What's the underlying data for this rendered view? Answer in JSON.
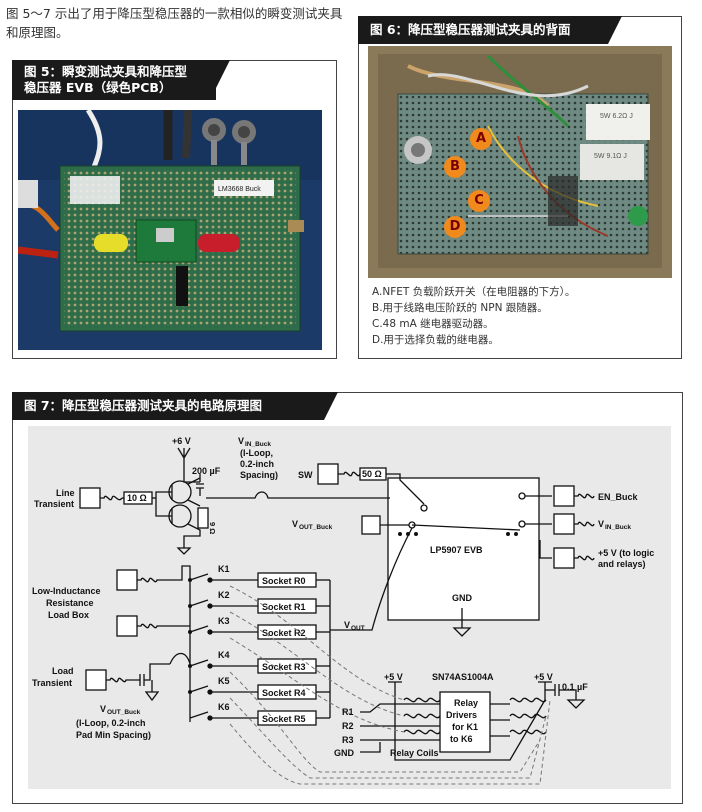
{
  "intro": "图 5～7 示出了用于降压型稳压器的一款相似的瞬变测试夹具和原理图。",
  "fig5": {
    "title_line1": "图 5：瞬变测试夹具和降压型",
    "title_line2": "稳压器 EVB（绿色PCB）",
    "board_label": "LM3668 Buck"
  },
  "fig6": {
    "title": "图 6：降压型稳压器测试夹具的背面",
    "markers": [
      "A",
      "B",
      "C",
      "D"
    ],
    "resistor1": "5W 6.2Ω J",
    "resistor2": "5W 9.1Ω J",
    "notes": [
      "A.NFET 负载阶跃开关（在电阻器的下方）。",
      "B.用于线路电压阶跃的 NPN 跟随器。",
      "C.48 mA 继电器驱动器。",
      "D.用于选择负载的继电器。"
    ]
  },
  "fig7": {
    "title": "图 7：降压型稳压器测试夹具的电路原理图",
    "plus6v": "+6 V",
    "cap200": "200 µF",
    "vin_buck_label": [
      "V",
      "IN_Buck",
      "(I-Loop,",
      "0.2-inch",
      "Spacing)"
    ],
    "line_transient": [
      "Line",
      "Transient"
    ],
    "r10": "10 Ω",
    "r9": "9 Ω",
    "sw": "SW",
    "r50": "50 Ω",
    "vout_buck_in": [
      "V",
      "OUT_Buck"
    ],
    "en_buck": "EN_Buck",
    "vin_buck_out": [
      "V",
      "IN_Buck"
    ],
    "plus5v_logic": [
      "+5 V (to logic",
      "and relays)"
    ],
    "evb": "LP5907 EVB",
    "gnd": "GND",
    "vout": [
      "V",
      "OUT"
    ],
    "low_ind": [
      "Low-Inductance",
      "Resistance",
      "Load Box"
    ],
    "load_transient": [
      "Load",
      "Transient"
    ],
    "vout_buck_bottom": [
      "V",
      "OUT_Buck",
      "(I-Loop, 0.2-inch",
      "Pad Min Spacing)"
    ],
    "relays": [
      "K1",
      "K2",
      "K3",
      "K4",
      "K5",
      "K6"
    ],
    "sockets": [
      "Socket R0",
      "Socket R1",
      "Socket R2",
      "Socket R3",
      "Socket R4",
      "Socket R5"
    ],
    "chip": "SN74AS1004A",
    "plus5v": "+5 V",
    "cap01": "0.1 µF",
    "r_inputs": [
      "R1",
      "R2",
      "R3"
    ],
    "gnd_bottom": "GND",
    "relay_coils": "Relay Coils",
    "driver": [
      "Relay",
      "Drivers",
      "for K1",
      "to K6"
    ]
  }
}
